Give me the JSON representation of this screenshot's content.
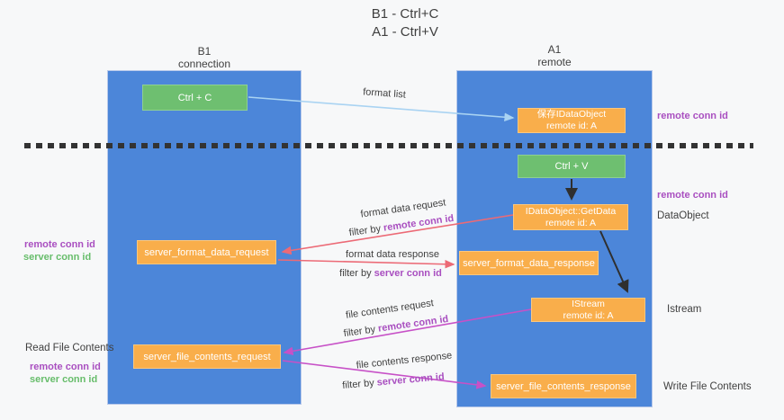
{
  "title": {
    "line1": "B1 - Ctrl+C",
    "line2": "A1 - Ctrl+V"
  },
  "lifelines": {
    "b1": {
      "name": "B1",
      "role": "connection"
    },
    "a1": {
      "name": "A1",
      "role": "remote"
    }
  },
  "nodes": {
    "ctrl_c": "Ctrl + C",
    "store_dataobject": {
      "line1": "保存IDataObject",
      "line2": "remote id: A"
    },
    "ctrl_v": "Ctrl + V",
    "getdata": {
      "line1": "IDataObject::GetData",
      "line2": "remote id: A"
    },
    "server_format_data_request": "server_format_data_request",
    "server_format_data_response": "server_format_data_response",
    "istream": {
      "line1": "IStream",
      "line2": "remote id: A"
    },
    "server_file_contents_request": "server_file_contents_request",
    "server_file_contents_response": "server_file_contents_response"
  },
  "edge_labels": {
    "format_list": "format list",
    "format_data_request": "format data request",
    "format_data_request_filter": {
      "prefix": "filter by ",
      "key": "remote conn id"
    },
    "format_data_response": "format data response",
    "format_data_response_filter": {
      "prefix": "filter by ",
      "key": "server conn id"
    },
    "file_contents_request": "file contents request",
    "file_contents_request_filter": {
      "prefix": "filter by ",
      "key": "remote conn id"
    },
    "file_contents_response": "file contents response",
    "file_contents_response_filter": {
      "prefix": "filter by ",
      "key": "server conn id"
    }
  },
  "annotations": {
    "right_remote_conn_id_top": "remote conn id",
    "right_remote_conn_id_mid": "remote conn id",
    "right_dataobject": "DataObject",
    "right_istream": "Istream",
    "right_write_file": "Write File Contents",
    "left_remote_conn_id_1": "remote conn id",
    "left_server_conn_id_1": "server conn id",
    "left_read_file": "Read File Contents",
    "left_remote_conn_id_2": "remote conn id",
    "left_server_conn_id_2": "server conn id"
  },
  "colors": {
    "lifeline_blue": "#4c86d9",
    "action_green": "#6ebf70",
    "message_orange": "#f9ae4b",
    "remote_conn_purple": "#a94fc0",
    "server_conn_green": "#67bd6b",
    "arrow_light_blue": "#a9d3f2",
    "arrow_red": "#ec6a76",
    "arrow_magenta": "#c751c7",
    "arrow_black": "#2f2f2f",
    "text_dark": "#3f3f3f"
  }
}
